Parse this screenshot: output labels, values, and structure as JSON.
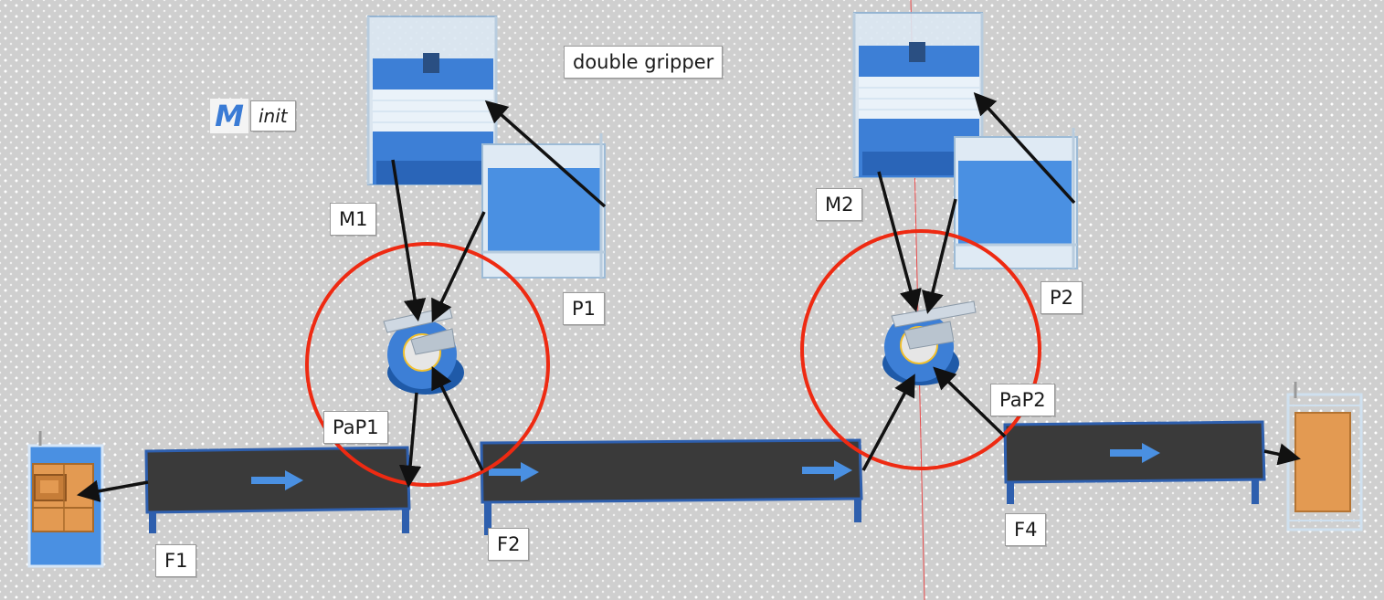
{
  "note": "double gripper",
  "init_badge": {
    "letter": "M",
    "label": "init"
  },
  "labels": {
    "m1": "M1",
    "m2": "M2",
    "p1": "P1",
    "p2": "P2",
    "pap1": "PaP1",
    "pap2": "PaP2",
    "f1": "F1",
    "f2": "F2",
    "f4": "F4"
  },
  "colors": {
    "conveyor_belt": "#3a3a3a",
    "conveyor_frame": "#2e5fae",
    "flow_arrow": "#4a90e2",
    "machine_blue": "#3d7fd6",
    "work_range": "#ee2a12",
    "parts": "#e39a52"
  }
}
